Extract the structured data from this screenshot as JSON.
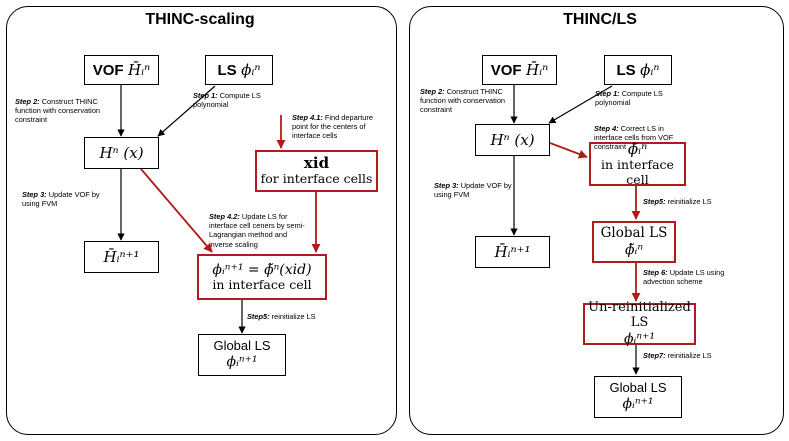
{
  "left_panel": {
    "title": "THINC-scaling",
    "vof_box": {
      "label": "VOF",
      "symbol": "H̄ᵢⁿ"
    },
    "ls_box": {
      "label": "LS",
      "symbol": "ϕᵢⁿ"
    },
    "h_box": {
      "symbol": "Hⁿ (x)"
    },
    "xid_box": {
      "symbol": "xid",
      "caption": "for  interface cells"
    },
    "h_next_box": {
      "symbol": "H̄ᵢⁿ⁺¹"
    },
    "phi_update_box": {
      "equation": "ϕᵢⁿ⁺¹ = ϕ̃ⁿ(xid)",
      "caption": "in interface cell"
    },
    "global_box": {
      "label": "Global LS",
      "symbol": "ϕᵢⁿ⁺¹"
    },
    "notes": {
      "step1": {
        "head": "Step 1:",
        "text": " Compute LS polynomial"
      },
      "step2": {
        "head": "Step 2:",
        "text": " Construct THINC function with conservation constraint"
      },
      "step3": {
        "head": "Step 3:",
        "text": " Update VOF by using FVM"
      },
      "step41": {
        "head": "Step 4.1:",
        "text": " Find departure point for  the  centers of interface cells"
      },
      "step42": {
        "head": "Step 4.2:",
        "text": " Update LS for interface cell ceners by semi-Lagrangian method and inverse scaling"
      },
      "step5": {
        "head": "Step5:",
        "text": " reinitialize LS"
      }
    }
  },
  "right_panel": {
    "title": "THINC/LS",
    "vof_box": {
      "label": "VOF",
      "symbol": "H̄ᵢⁿ"
    },
    "ls_box": {
      "label": "LS",
      "symbol": "ϕᵢⁿ"
    },
    "h_box": {
      "symbol": "Hⁿ (x)"
    },
    "phi_tilde_box": {
      "symbol": "ϕ̃ᵢⁿ",
      "caption": "in interface cell"
    },
    "h_next_box": {
      "symbol": "H̄ᵢⁿ⁺¹"
    },
    "global_ls_box": {
      "label": "Global  LS",
      "symbol": "ϕ̃ᵢⁿ"
    },
    "unreinit_box": {
      "label": "Un-reinitialized LS",
      "symbol": "ϕᵢⁿ⁺¹"
    },
    "global_box": {
      "label": "Global LS",
      "symbol": "ϕᵢⁿ⁺¹"
    },
    "notes": {
      "step1": {
        "head": "Step 1:",
        "text": " Compute LS polynomial"
      },
      "step2": {
        "head": "Step 2:",
        "text": " Construct THINC function with conservation constraint"
      },
      "step3": {
        "head": "Step 3:",
        "text": " Update VOF by using FVM"
      },
      "step4": {
        "head": "Step 4:",
        "text": " Correct LS in interface cells  from VOF constraint"
      },
      "step5": {
        "head": "Step5:",
        "text": " reinitialize LS"
      },
      "step6": {
        "head": "Step 6:",
        "text": " Update LS using advection scheme"
      },
      "step7": {
        "head": "Step7:",
        "text": " reinitialize LS"
      }
    }
  },
  "colors": {
    "red_path": "#b01c1c",
    "black_path": "#000000"
  }
}
